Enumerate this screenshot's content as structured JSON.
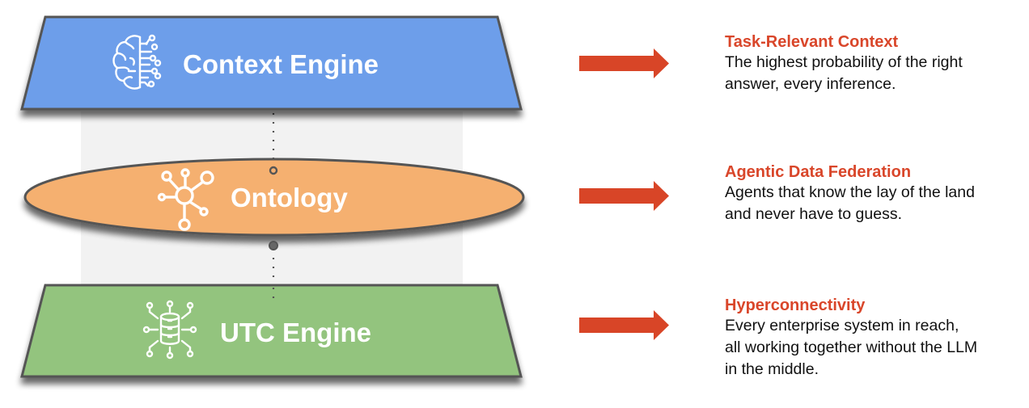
{
  "colors": {
    "context_engine_fill": "#6d9eea",
    "ontology_fill": "#f5b06f",
    "utc_engine_fill": "#93c47e",
    "outline": "#555555",
    "backdrop_panel": "#f2f2f2",
    "arrow": "#d84527",
    "benefit_title": "#d9462a",
    "benefit_text": "#111111",
    "connector": "#555555"
  },
  "layers": [
    {
      "id": "context-engine",
      "label": "Context Engine",
      "icon": "brain-circuit-icon",
      "shape": "trapezoid"
    },
    {
      "id": "ontology",
      "label": "Ontology",
      "icon": "network-hub-icon",
      "shape": "ellipse"
    },
    {
      "id": "utc-engine",
      "label": "UTC Engine",
      "icon": "database-integration-icon",
      "shape": "trapezoid"
    }
  ],
  "benefits": [
    {
      "title": "Task-Relevant Context",
      "lines": [
        "The highest probability of the right",
        "answer, every inference."
      ]
    },
    {
      "title": "Agentic Data Federation",
      "lines": [
        "Agents that know the lay of the land",
        "and never have to guess."
      ]
    },
    {
      "title": "Hyperconnectivity",
      "lines": [
        "Every enterprise system in reach,",
        "all working together without the LLM",
        "in the middle."
      ]
    }
  ],
  "arrows": [
    "arrow-right-icon",
    "arrow-right-icon",
    "arrow-right-icon"
  ]
}
